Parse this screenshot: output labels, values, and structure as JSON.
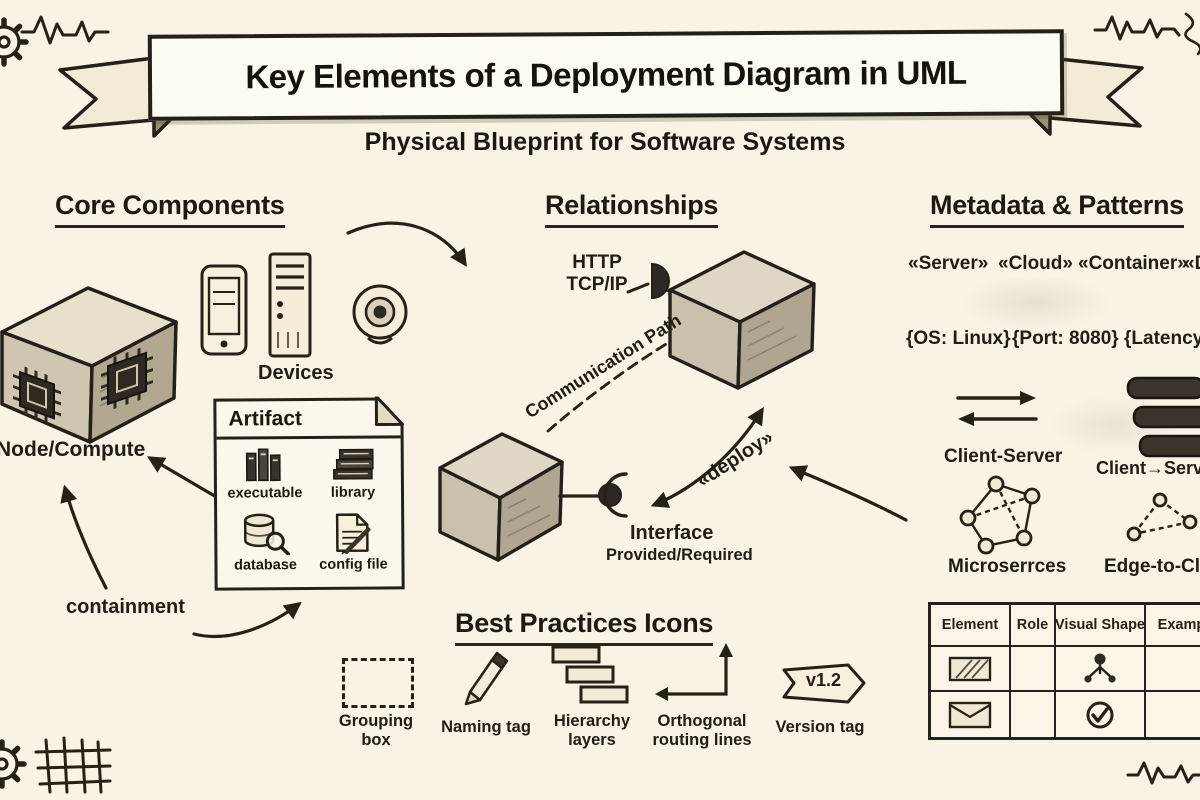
{
  "banner": {
    "title": "Key Elements of a Deployment Diagram in UML",
    "subtitle": "Physical Blueprint for Software Systems"
  },
  "sections": {
    "core_heading": "Core Components",
    "relationships_heading": "Relationships",
    "metadata_heading": "Metadata & Patterns"
  },
  "core": {
    "node_label": "Node/Compute",
    "devices_label": "Devices",
    "containment_label": "containment",
    "artifact": {
      "title": "Artifact",
      "items": [
        {
          "label": "executable",
          "icon": "books-icon"
        },
        {
          "label": "library",
          "icon": "book-stack-icon"
        },
        {
          "label": "database",
          "icon": "database-magnifier-icon"
        },
        {
          "label": "config file",
          "icon": "config-file-pencil-icon"
        }
      ]
    }
  },
  "relationships": {
    "protocol_label": "HTTP\nTCP/IP",
    "communication_path_label": "Communication Path",
    "deploy_label": "«deploy»",
    "interface_title": "Interface",
    "interface_subtitle": "Provided/Required"
  },
  "best_practices": {
    "heading": "Best Practices Icons",
    "version_badge": "v1.2",
    "items": [
      {
        "label": "Grouping\nbox",
        "icon": "grouping-box-icon"
      },
      {
        "label": "Naming tag",
        "icon": "pencil-icon"
      },
      {
        "label": "Hierarchy\nlayers",
        "icon": "hierarchy-layers-icon"
      },
      {
        "label": "Orthogonal\nrouting lines",
        "icon": "orthogonal-routing-icon"
      },
      {
        "label": "Version tag",
        "icon": "version-tag-icon"
      }
    ]
  },
  "metadata": {
    "stereotypes": [
      "«Server»",
      "«Cloud»",
      "«Container»",
      "«Device»"
    ],
    "tagged_values": [
      "{OS: Linux}",
      "{Port: 8080}",
      "{Latency <"
    ],
    "patterns": [
      {
        "label": "Client-Server",
        "icon": "client-server-arrows-icon"
      },
      {
        "label": "Client→Server",
        "icon": "tier-stack-icon"
      },
      {
        "label": "Microserrces",
        "icon": "microservices-graph-icon"
      },
      {
        "label": "Edge-to-Cloud",
        "icon": "edge-cloud-graph-icon"
      }
    ],
    "table": {
      "headers": [
        "Element",
        "Role",
        "Visual Shape",
        "Example"
      ],
      "rows": [
        {
          "element_icon": "hatched-node-icon",
          "role": "",
          "shape_icon": "person-node-icon",
          "example": ""
        },
        {
          "element_icon": "envelope-artifact-icon",
          "role": "",
          "shape_icon": "check-circle-icon",
          "example": ""
        }
      ]
    }
  },
  "colors": {
    "paper": "#f8f3e4",
    "ink": "#262116",
    "panel": "#fdfaf0",
    "cube_top": "#e7e0cd",
    "cube_left": "#cfc6b1",
    "cube_right": "#b2a78f",
    "dark_fill": "#3a342b"
  }
}
